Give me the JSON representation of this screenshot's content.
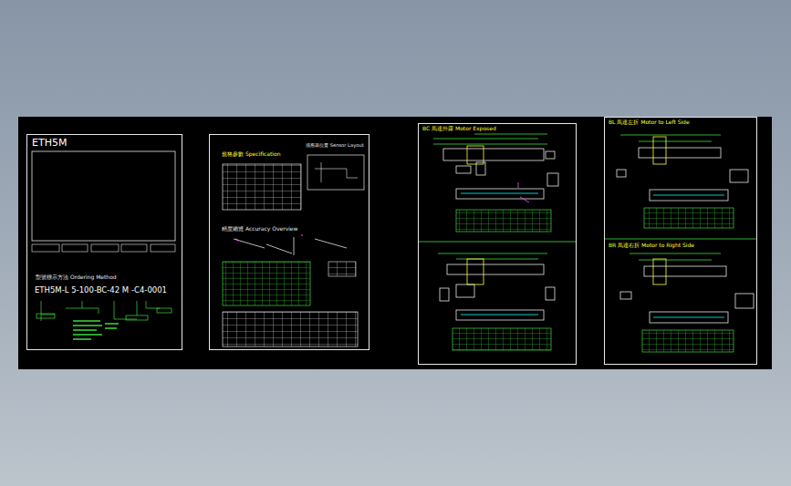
{
  "diagram": {
    "nodes": [
      {
        "text": [
          "ETH5M",
          "型號標示方法 Ordering Method",
          "ETH5M-L 5-100-BC-42 M -C4-0001"
        ]
      },
      {
        "text": [
          "規格參數 Specification",
          "感應器位置 Sensor Layout",
          "精度總覽 Accuracy Overview"
        ]
      },
      {
        "text": [
          "BC 馬達外露 Motor Exposed"
        ]
      },
      {
        "text": [
          "BL 馬達左折 Motor to Left Side",
          "BR 馬達右折 Motor to Right Side"
        ]
      }
    ]
  }
}
